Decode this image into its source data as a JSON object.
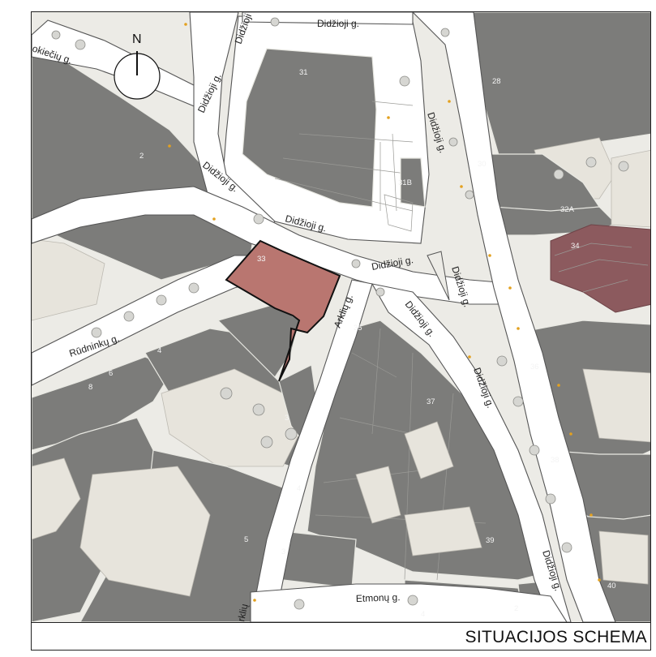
{
  "title": "SITUACIJOS SCHEMA",
  "north_label": "N",
  "colors": {
    "background": "#ecebe6",
    "building": "#7c7c7a",
    "road": "#ffffff",
    "highlight_site": "#b97670",
    "highlight_landmark": "#8c5a5e",
    "lamp": "#e3a11f"
  },
  "streets": {
    "didzioji": "Didžioji g.",
    "rudninku": "Rūdninkų g.",
    "arkliu": "Arklių g.",
    "etmonu": "Etmonų g.",
    "pylimo_partial": "okiečių g.",
    "arkliu_partial": "rklių"
  },
  "buildings": {
    "b31": "31",
    "b28": "28",
    "b2": "2",
    "b30": "30",
    "b31b": "31B",
    "b32a": "32A",
    "b34": "34",
    "b33": "33",
    "b35": "35",
    "b4a": "4",
    "b8": "8",
    "b6": "6",
    "b36": "36",
    "b37": "37",
    "b3a": "3",
    "b38": "38",
    "b4b": "4",
    "b5": "5",
    "b39": "39",
    "b3b": "3",
    "b40": "40",
    "b4c": "4",
    "b2b": "2"
  }
}
